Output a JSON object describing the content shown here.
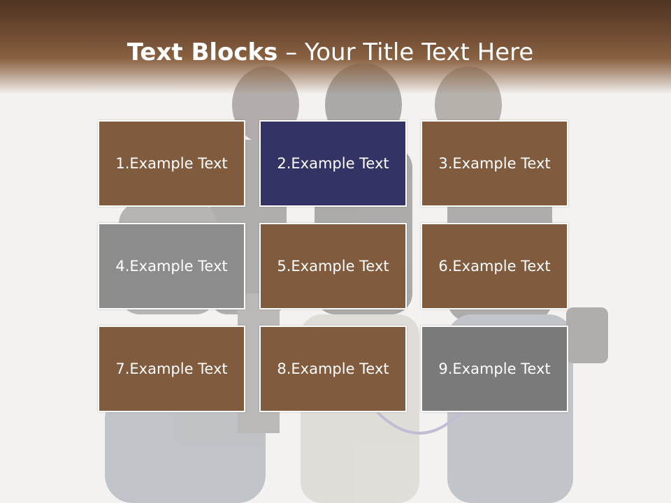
{
  "slide": {
    "title_bold": "Text Blocks",
    "title_rest": " – Your Title Text Here"
  },
  "blocks": [
    {
      "label": "1.Example Text",
      "color": "#805b3e"
    },
    {
      "label": "2.Example Text",
      "color": "#333366"
    },
    {
      "label": "3.Example Text",
      "color": "#805b3e"
    },
    {
      "label": "4.Example Text",
      "color": "#8c8c8c"
    },
    {
      "label": "5.Example Text",
      "color": "#805b3e"
    },
    {
      "label": "6.Example Text",
      "color": "#805b3e"
    },
    {
      "label": "7.Example Text",
      "color": "#805b3e"
    },
    {
      "label": "8.Example Text",
      "color": "#805b3e"
    },
    {
      "label": "9.Example Text",
      "color": "#7a7a7a"
    }
  ],
  "theme": {
    "header_brown": "#6e4a31",
    "background": "#f4f2f0"
  }
}
